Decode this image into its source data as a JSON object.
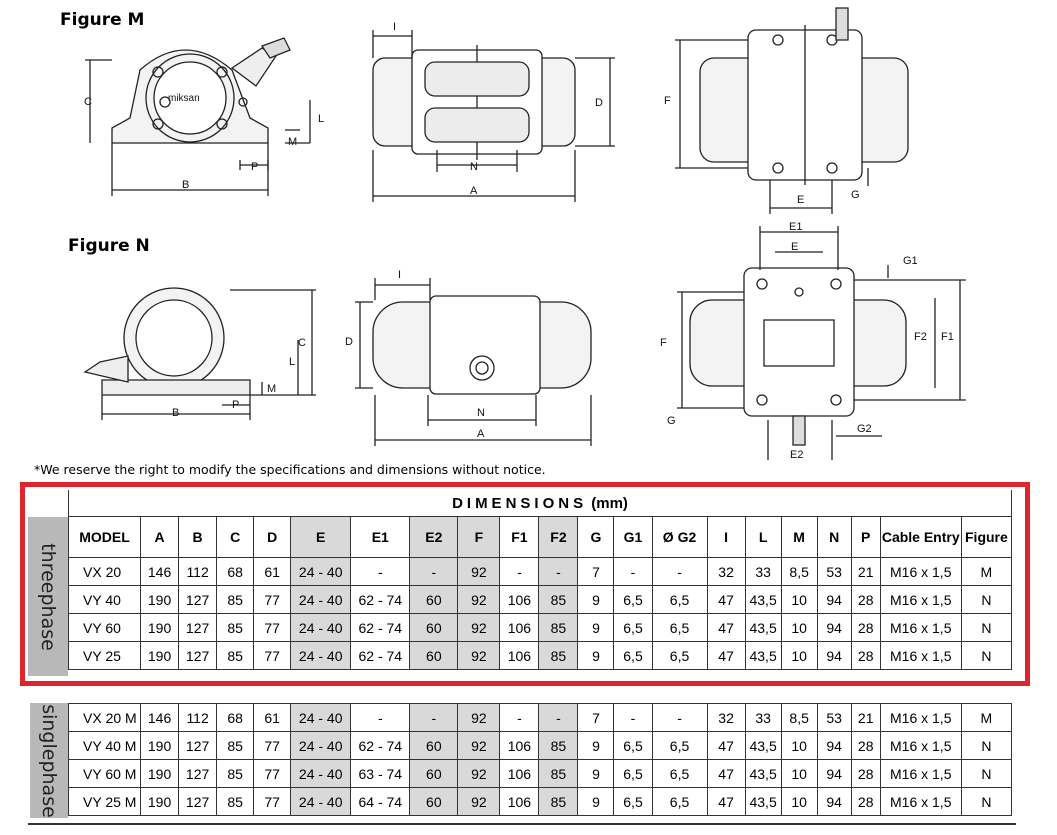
{
  "figures": {
    "m_title": "Figure M",
    "n_title": "Figure N",
    "brand": "miksan",
    "m_labels": {
      "C": "C",
      "L": "L",
      "M": "M",
      "P": "P",
      "B": "B",
      "I": "I",
      "D": "D",
      "N": "N",
      "A": "A",
      "F": "F",
      "E": "E",
      "G": "G"
    },
    "n_labels": {
      "C": "C",
      "L": "L",
      "M": "M",
      "P": "P",
      "B": "B",
      "I": "I",
      "D": "D",
      "N": "N",
      "A": "A",
      "F": "F",
      "E": "E",
      "E1": "E1",
      "G": "G",
      "G1": "G1",
      "G2": "G2",
      "E2": "E2",
      "F1": "F1",
      "F2": "F2"
    }
  },
  "note": "*We reserve the right to modify the specifications and dimensions without notice.",
  "table": {
    "title": "DIMENSIONS",
    "unit": "(mm)",
    "headers": [
      "MODEL",
      "A",
      "B",
      "C",
      "D",
      "E",
      "E1",
      "E2",
      "F",
      "F1",
      "F2",
      "G",
      "G1",
      "Ø G2",
      "I",
      "L",
      "M",
      "N",
      "P",
      "Cable Entry",
      "Figure"
    ],
    "threephase_label": "threephase",
    "singlephase_label": "singlephase",
    "threephase_rows": [
      [
        "VX 20",
        "146",
        "112",
        "68",
        "61",
        "24 - 40",
        "-",
        "-",
        "92",
        "-",
        "-",
        "7",
        "-",
        "-",
        "32",
        "33",
        "8,5",
        "53",
        "21",
        "M16 x 1,5",
        "M"
      ],
      [
        "VY 40",
        "190",
        "127",
        "85",
        "77",
        "24 - 40",
        "62 - 74",
        "60",
        "92",
        "106",
        "85",
        "9",
        "6,5",
        "6,5",
        "47",
        "43,5",
        "10",
        "94",
        "28",
        "M16 x 1,5",
        "N"
      ],
      [
        "VY 60",
        "190",
        "127",
        "85",
        "77",
        "24 - 40",
        "62 - 74",
        "60",
        "92",
        "106",
        "85",
        "9",
        "6,5",
        "6,5",
        "47",
        "43,5",
        "10",
        "94",
        "28",
        "M16 x 1,5",
        "N"
      ],
      [
        "VY 25",
        "190",
        "127",
        "85",
        "77",
        "24 - 40",
        "62 - 74",
        "60",
        "92",
        "106",
        "85",
        "9",
        "6,5",
        "6,5",
        "47",
        "43,5",
        "10",
        "94",
        "28",
        "M16 x 1,5",
        "N"
      ]
    ],
    "singlephase_rows": [
      [
        "VX 20 M",
        "146",
        "112",
        "68",
        "61",
        "24 - 40",
        "-",
        "-",
        "92",
        "-",
        "-",
        "7",
        "-",
        "-",
        "32",
        "33",
        "8,5",
        "53",
        "21",
        "M16 x 1,5",
        "M"
      ],
      [
        "VY 40 M",
        "190",
        "127",
        "85",
        "77",
        "24 - 40",
        "62 - 74",
        "60",
        "92",
        "106",
        "85",
        "9",
        "6,5",
        "6,5",
        "47",
        "43,5",
        "10",
        "94",
        "28",
        "M16 x 1,5",
        "N"
      ],
      [
        "VY 60 M",
        "190",
        "127",
        "85",
        "77",
        "24 - 40",
        "63 - 74",
        "60",
        "92",
        "106",
        "85",
        "9",
        "6,5",
        "6,5",
        "47",
        "43,5",
        "10",
        "94",
        "28",
        "M16 x 1,5",
        "N"
      ],
      [
        "VY 25 M",
        "190",
        "127",
        "85",
        "77",
        "24 - 40",
        "64 - 74",
        "60",
        "92",
        "106",
        "85",
        "9",
        "6,5",
        "6,5",
        "47",
        "43,5",
        "10",
        "94",
        "28",
        "M16 x 1,5",
        "N"
      ]
    ]
  }
}
